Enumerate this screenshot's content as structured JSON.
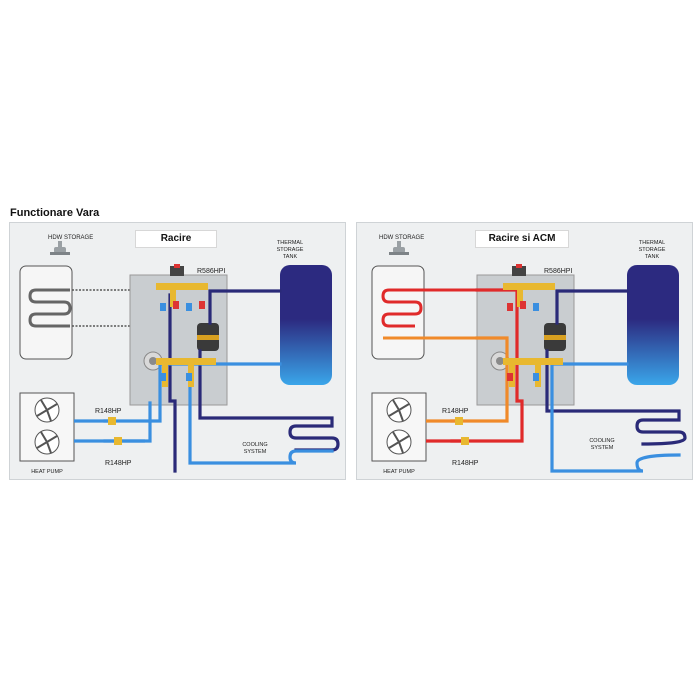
{
  "page_title": "Functionare Vara",
  "panels": [
    {
      "mode_title": "Racire",
      "labels": {
        "hdw_storage": "HDW STORAGE",
        "thermal_tank": [
          "THERMAL",
          "STORAGE",
          "TANK"
        ],
        "valve_model": "R586HPI",
        "heat_pump_valve_top": "R148HP",
        "heat_pump_valve_bottom": "R148HP",
        "heat_pump": "HEAT PUMP",
        "cooling_system": [
          "COOLING",
          "SYSTEM"
        ]
      }
    },
    {
      "mode_title": "Racire si ACM",
      "labels": {
        "hdw_storage": "HDW STORAGE",
        "thermal_tank": [
          "THERMAL",
          "STORAGE",
          "TANK"
        ],
        "valve_model": "R586HPI",
        "heat_pump_valve_top": "R148HP",
        "heat_pump_valve_bottom": "R148HP",
        "heat_pump": "HEAT PUMP",
        "cooling_system": [
          "COOLING",
          "SYSTEM"
        ]
      }
    }
  ],
  "colors": {
    "cold": "#3a8fe0",
    "return": "#2a2a78",
    "hot": "#e02a2a",
    "warm": "#f08a2a",
    "brass": "#e8b830",
    "tank_top": "#2c2a80",
    "tank_bottom": "#3aa6ea"
  }
}
